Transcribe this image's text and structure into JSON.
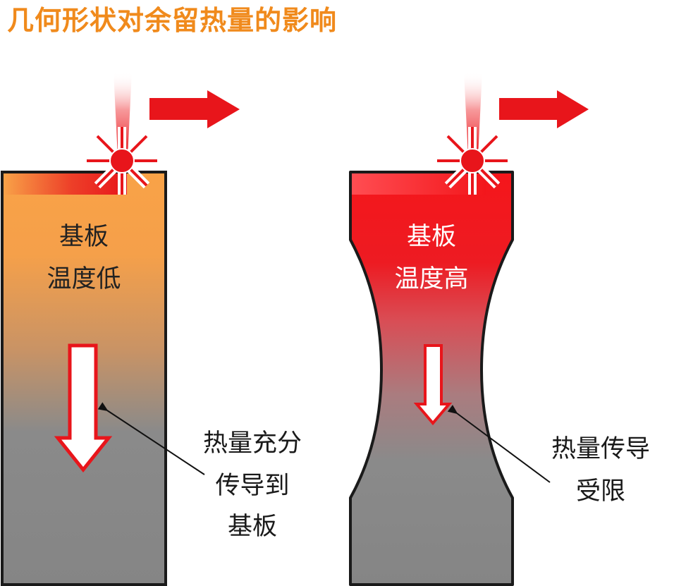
{
  "title": "几何形状对余留热量的影响",
  "colors": {
    "title": "#f08a1c",
    "laser": "#e8151b",
    "outline": "#1a1a1a",
    "gray": "#878787",
    "orange": "#f9a247",
    "red": "#ef1a1e",
    "label_dark": "#222222",
    "label_light": "#ffffff"
  },
  "left_panel": {
    "label_line1": "基板",
    "label_line2": "温度低",
    "annotation_line1": "热量充分",
    "annotation_line2": "传导到",
    "annotation_line3": "基板"
  },
  "right_panel": {
    "label_line1": "基板",
    "label_line2": "温度高",
    "annotation_line1": "热量传导",
    "annotation_line2": "受限"
  }
}
